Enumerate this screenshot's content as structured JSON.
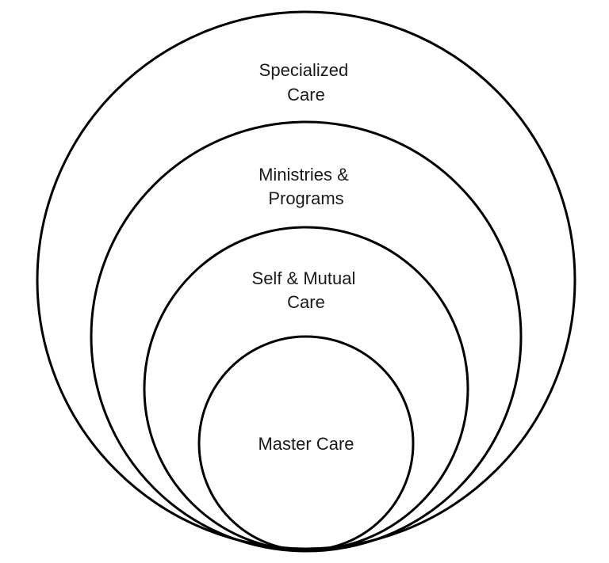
{
  "diagram": {
    "rings": [
      {
        "lines": [
          "Specialized",
          "Care"
        ]
      },
      {
        "lines": [
          "Ministries &",
          "Programs"
        ]
      },
      {
        "lines": [
          "Self & Mutual",
          "Care"
        ]
      },
      {
        "lines": [
          "Master Care"
        ]
      }
    ],
    "stroke_color": "#000000",
    "background_color": "#ffffff"
  }
}
